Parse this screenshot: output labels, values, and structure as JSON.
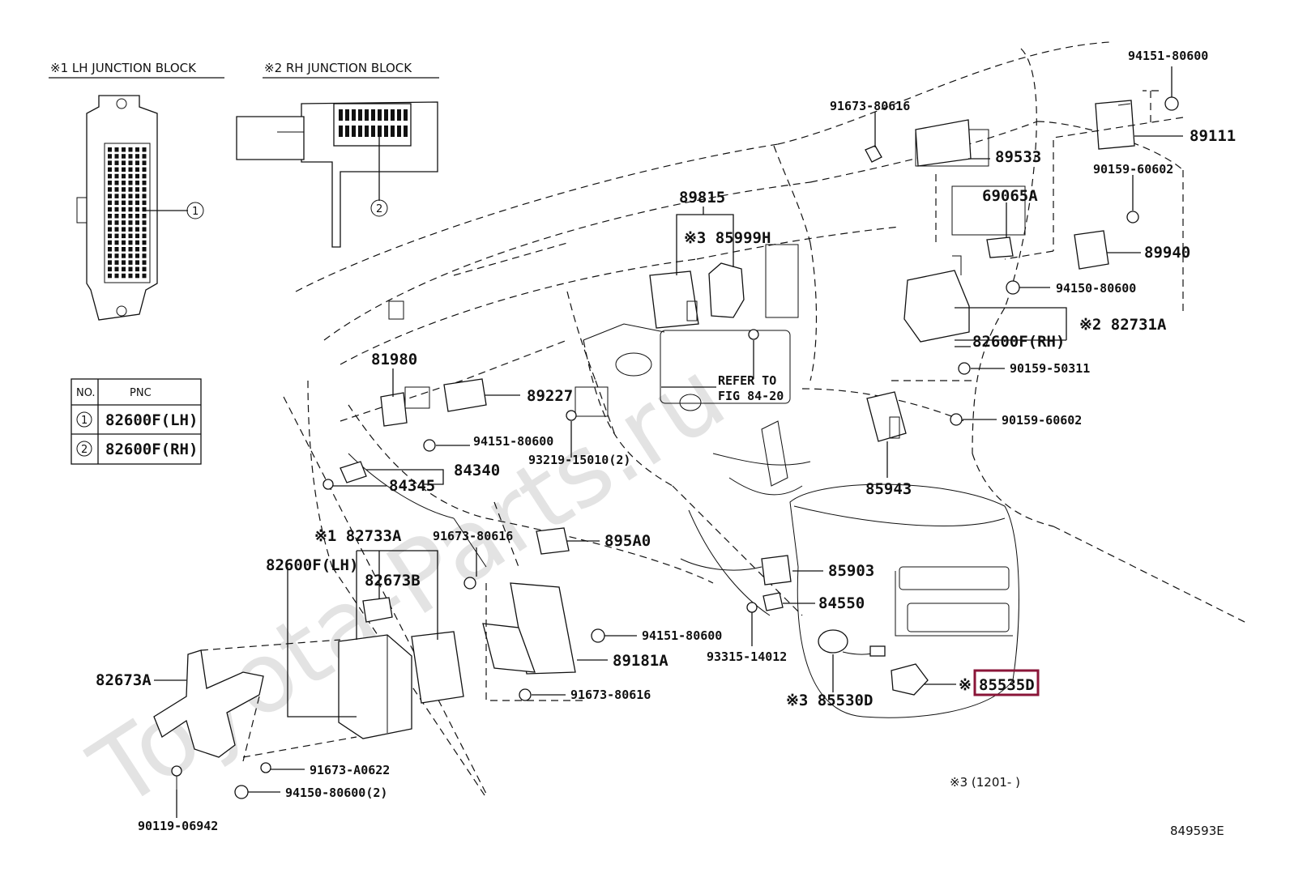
{
  "watermark": "Toyota-Parts.ru",
  "headers": {
    "lh_block": "※1 LH JUNCTION BLOCK",
    "rh_block": "※2 RH JUNCTION BLOCK"
  },
  "circle_marks": {
    "one": "1",
    "two": "2"
  },
  "table": {
    "col_no": "NO.",
    "col_pnc": "PNC",
    "rows": [
      {
        "no": "1",
        "pnc": "82600F(LH)"
      },
      {
        "no": "2",
        "pnc": "82600F(RH)"
      }
    ]
  },
  "labels": {
    "p94151_80600_top": "94151-80600",
    "p91673_80616_top": "91673-80616",
    "p89111": "89111",
    "p89533": "89533",
    "p90159_60602_top": "90159-60602",
    "p69065A": "69065A",
    "p89815": "89815",
    "p85999H": "※3 85999H",
    "p89940": "89940",
    "p94150_80600": "94150-80600",
    "p82731A": "※2 82731A",
    "p82600F_RH": "82600F(RH)",
    "p90159_50311": "90159-50311",
    "p81980": "81980",
    "p89227": "89227",
    "refer_to": "REFER TO",
    "fig": "FIG 84-20",
    "p90159_60602_mid": "90159-60602",
    "p94151_80600_mid": "94151-80600",
    "p93219_15010": "93219-15010(2)",
    "p84340": "84340",
    "p84345": "84345",
    "p85943": "85943",
    "p82733A": "※1 82733A",
    "p91673_80616_mid": "91673-80616",
    "p895A0": "895A0",
    "p82600F_LH": "82600F(LH)",
    "p82673B": "82673B",
    "p85903": "85903",
    "p84550": "84550",
    "p94151_80600_low": "94151-80600",
    "p93315_14012": "93315-14012",
    "p89181A": "89181A",
    "p82673A": "82673A",
    "p91673_80616_low": "91673-80616",
    "p85535D_mark": "※",
    "p85535D": "85535D",
    "p85530D": "※3 85530D",
    "p91673_A0622": "91673-A0622",
    "p94150_80600_2": "94150-80600(2)",
    "p90119_06942": "90119-06942",
    "footnote": "※3 (1201-     )",
    "fig_id": "849593E"
  },
  "colors": {
    "highlight": "#8a1538",
    "ink": "#111111"
  }
}
